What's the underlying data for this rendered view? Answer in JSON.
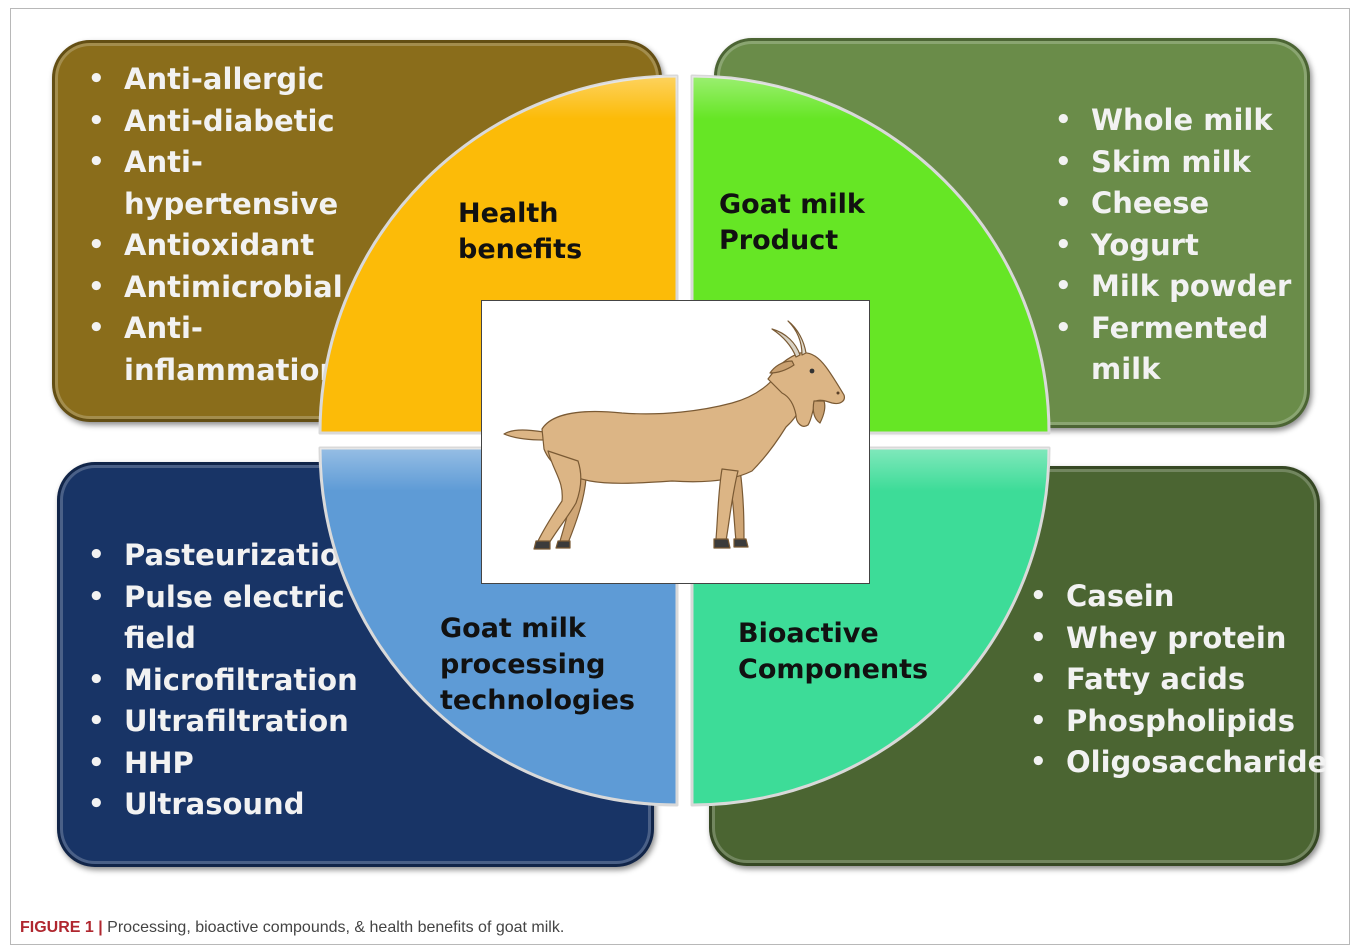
{
  "colors": {
    "health_box": "#8a6d1b",
    "product_box": "#6a8c49",
    "processing_box": "#183466",
    "bioactive_box": "#4b6532",
    "health_quadrant": "#fcbb08",
    "product_quadrant": "#66e625",
    "processing_quadrant": "#5e9bd6",
    "bioactive_quadrant": "#3ddc98",
    "goat": "#dcb585",
    "caption_label": "#b0272f"
  },
  "diagram": {
    "health": {
      "label_line1": "Health",
      "label_line2": "benefits",
      "items": [
        "Anti-allergic",
        "Anti-diabetic",
        "Anti-",
        "hypertensive",
        "Antioxidant",
        "Antimicrobial",
        "Anti-",
        "inflammation"
      ],
      "bulleted": [
        true,
        true,
        true,
        false,
        true,
        true,
        true,
        false
      ]
    },
    "product": {
      "label_line1": "Goat milk",
      "label_line2": "Product",
      "items": [
        "Whole milk",
        "Skim milk",
        "Cheese",
        "Yogurt",
        "Milk powder",
        "Fermented",
        "milk"
      ],
      "bulleted": [
        true,
        true,
        true,
        true,
        true,
        true,
        false
      ]
    },
    "processing": {
      "label_line1": "Goat milk",
      "label_line2": "processing",
      "label_line3": "technologies",
      "items": [
        "Pasteurization",
        "Pulse electric",
        "field",
        "Microfiltration",
        "Ultrafiltration",
        "HHP",
        "Ultrasound"
      ],
      "bulleted": [
        true,
        true,
        false,
        true,
        true,
        true,
        true
      ]
    },
    "bioactive": {
      "label_line1": "Bioactive",
      "label_line2": "Components",
      "items": [
        "Casein",
        "Whey protein",
        "Fatty acids",
        "Phospholipids",
        "Oligosaccharide"
      ],
      "bulleted": [
        true,
        true,
        true,
        true,
        true
      ]
    },
    "center_icon": "goat-illustration"
  },
  "caption": {
    "label": "FIGURE 1 |",
    "text": " Processing, bioactive compounds, & health benefits of goat milk."
  }
}
